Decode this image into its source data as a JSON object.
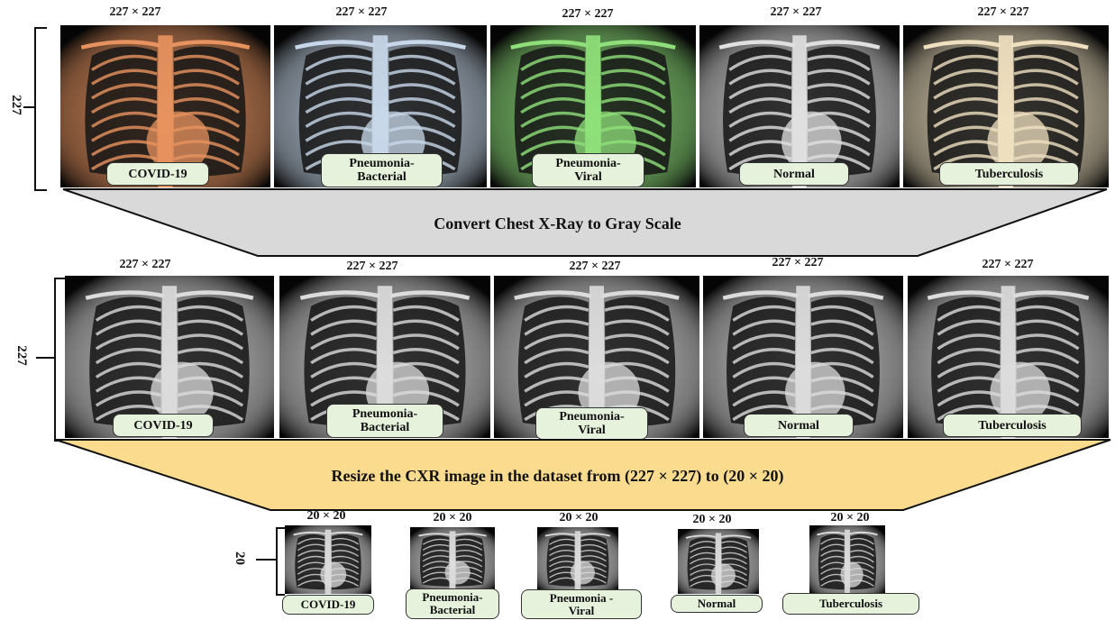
{
  "rows": [
    {
      "side_label": "227",
      "dims": [
        "227 × 227",
        "227 × 227",
        "227 × 227",
        "227 × 227",
        "227 × 227"
      ],
      "labels": [
        "COVID-19",
        "Pneumonia-\nBacterial",
        "Pneumonia-\nViral",
        "Normal",
        "Tuberculosis"
      ],
      "tints": [
        "#e8935f",
        "#c8d8ea",
        "#8fe07a",
        "#e0e0e0",
        "#efe0c0"
      ]
    },
    {
      "side_label": "227",
      "dims": [
        "227 × 227",
        "227 × 227",
        "227 × 227",
        "227 × 227",
        "227 × 227"
      ],
      "labels": [
        "COVID-19",
        "Pneumonia-\nBacterial",
        "Pneumonia-\nViral",
        "Normal",
        "Tuberculosis"
      ],
      "tints": [
        "#dcdcdc",
        "#dcdcdc",
        "#dcdcdc",
        "#dcdcdc",
        "#dcdcdc"
      ]
    },
    {
      "side_label": "20",
      "dims": [
        "20 × 20",
        "20 × 20",
        "20 × 20",
        "20 × 20",
        "20 × 20"
      ],
      "labels": [
        "COVID-19",
        "Pneumonia-\nBacterial",
        "Pneumonia -\nViral",
        "Normal",
        "Tuberculosis"
      ],
      "tints": [
        "#dcdcdc",
        "#dcdcdc",
        "#dcdcdc",
        "#dcdcdc",
        "#dcdcdc"
      ]
    }
  ],
  "steps": {
    "step1": "Convert Chest X-Ray to Gray Scale",
    "step2": "Resize the CXR image in the dataset from (227 × 227) to (20 × 20)"
  },
  "colors": {
    "funnel1": "#d9d9d9",
    "funnel2": "#fbdc8e",
    "label_bg": "#e6f2dc"
  }
}
